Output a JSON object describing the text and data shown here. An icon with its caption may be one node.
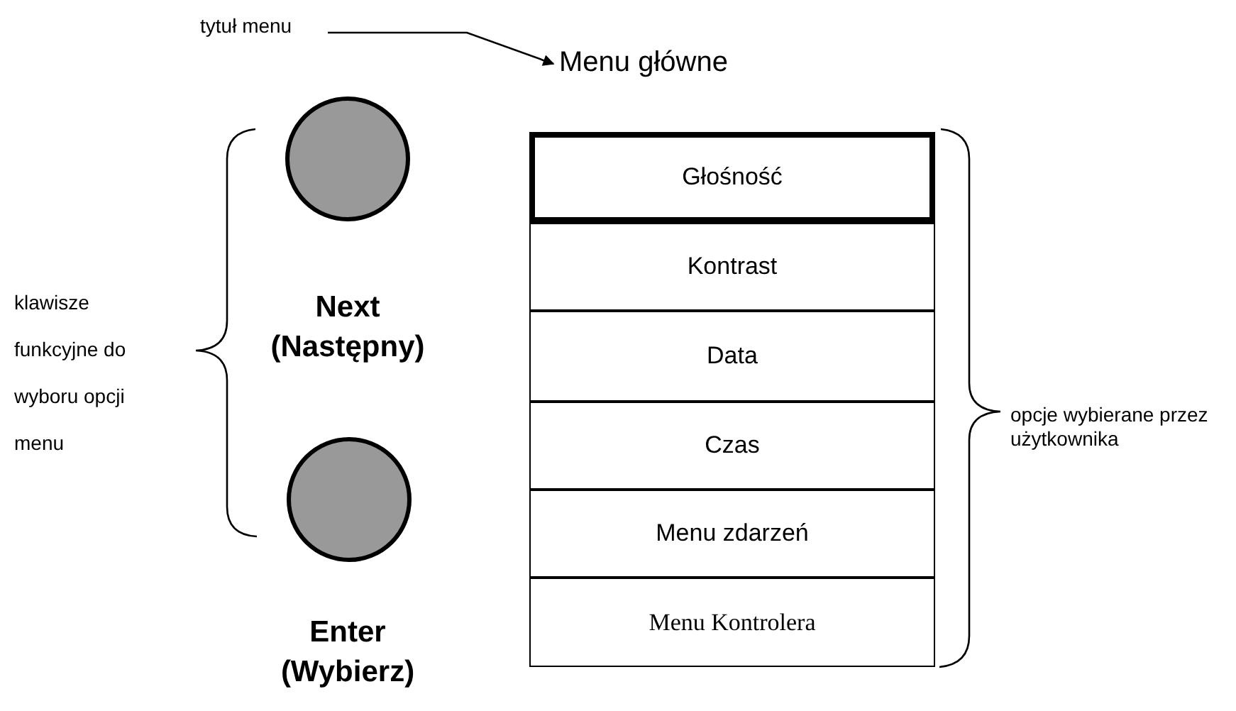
{
  "diagram": {
    "nodes": [
      {
        "text": [
          "tytuł menu"
        ]
      },
      {
        "text": [
          "Menu główne"
        ]
      },
      {
        "text": [],
        "shape": "circle",
        "beside": [
          "Next (Następny)"
        ]
      },
      {
        "text": [],
        "shape": "circle",
        "beside": [
          "Enter (Wybierz)"
        ]
      },
      {
        "text": [
          "Głośność"
        ]
      },
      {
        "text": [
          "Kontrast"
        ]
      },
      {
        "text": [
          "Data"
        ]
      },
      {
        "text": [
          "Czas"
        ]
      },
      {
        "text": [
          "Menu zdarzeń"
        ]
      },
      {
        "text": [
          "Menu Kontrolera"
        ]
      }
    ],
    "edges": [
      {
        "from": 0,
        "to": 1,
        "arrow": "to"
      }
    ],
    "labels": [
      "klawisze funkcyjne do wyboru opcji menu",
      "opcje wybierane przez użytkownika"
    ]
  }
}
